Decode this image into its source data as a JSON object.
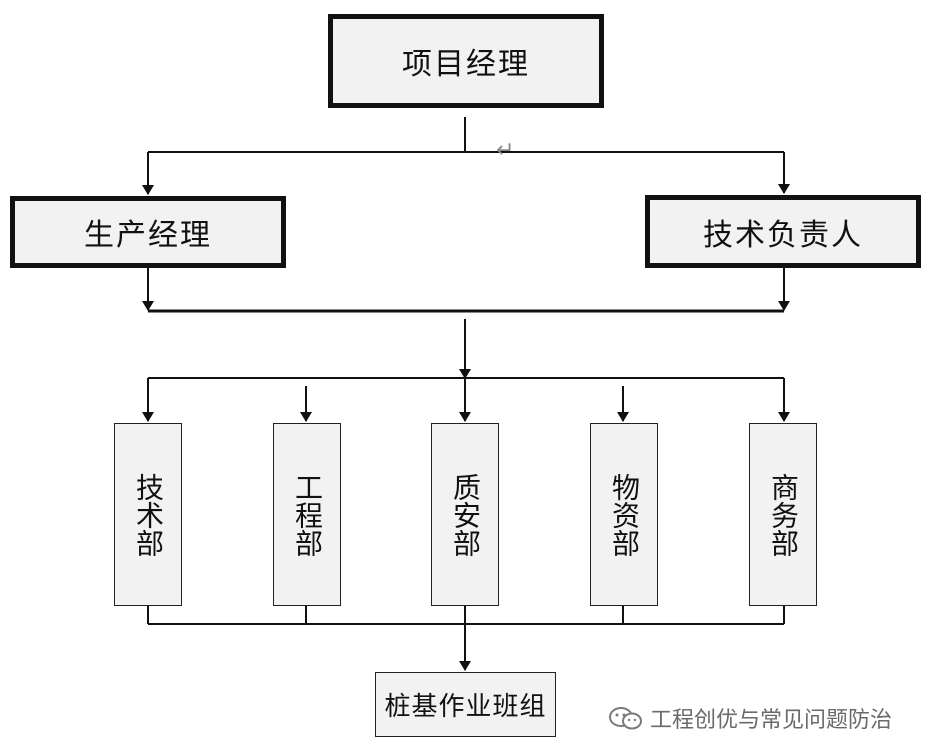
{
  "diagram": {
    "top": "项目经理",
    "managers": [
      "生产经理",
      "技术负责人"
    ],
    "departments": [
      "技术部",
      "工程部",
      "质安部",
      "物资部",
      "商务部"
    ],
    "bottom": "桩基作业班组",
    "return_mark": "↵"
  },
  "watermark": {
    "icon": "wechat-icon",
    "text": "工程创优与常见问题防治"
  }
}
